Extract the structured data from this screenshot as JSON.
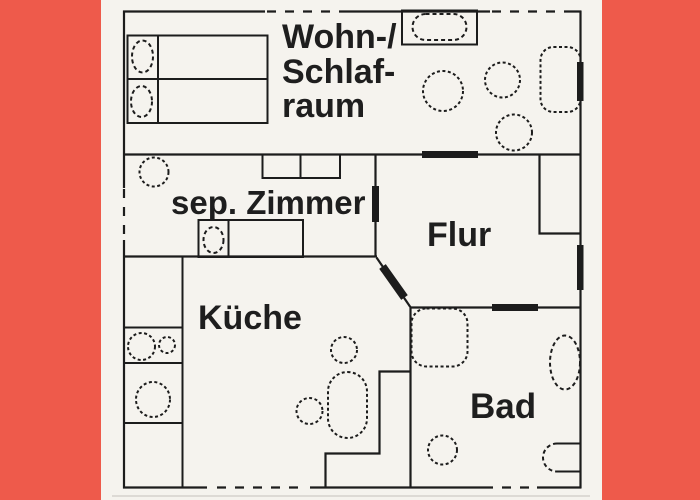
{
  "colors": {
    "background": "#ee5a4b",
    "paper": "#f5f3ee",
    "ink": "#1c1c1c",
    "text": "#1e1e1e",
    "artifact": "#dad7d1"
  },
  "rooms": {
    "wohn_schlafraum": {
      "line1": "Wohn-/",
      "line2": "Schlaf-",
      "line3": "raum"
    },
    "sep_zimmer": {
      "label": "sep. Zimmer"
    },
    "flur": {
      "label": "Flur"
    },
    "kueche": {
      "label": "Küche"
    },
    "bad": {
      "label": "Bad"
    }
  },
  "furniture_icons": {
    "wohn_schlafraum": [
      "double-bed",
      "pillow",
      "pillow",
      "sideboard",
      "chair",
      "chair",
      "chair",
      "sofa"
    ],
    "sep_zimmer": [
      "chair",
      "wardrobe",
      "single-bed",
      "pillow"
    ],
    "kueche": [
      "kitchen-counter",
      "sink",
      "hob",
      "table",
      "chair",
      "chair"
    ],
    "bad": [
      "shower",
      "toilet",
      "bathtub",
      "washbasin"
    ]
  }
}
